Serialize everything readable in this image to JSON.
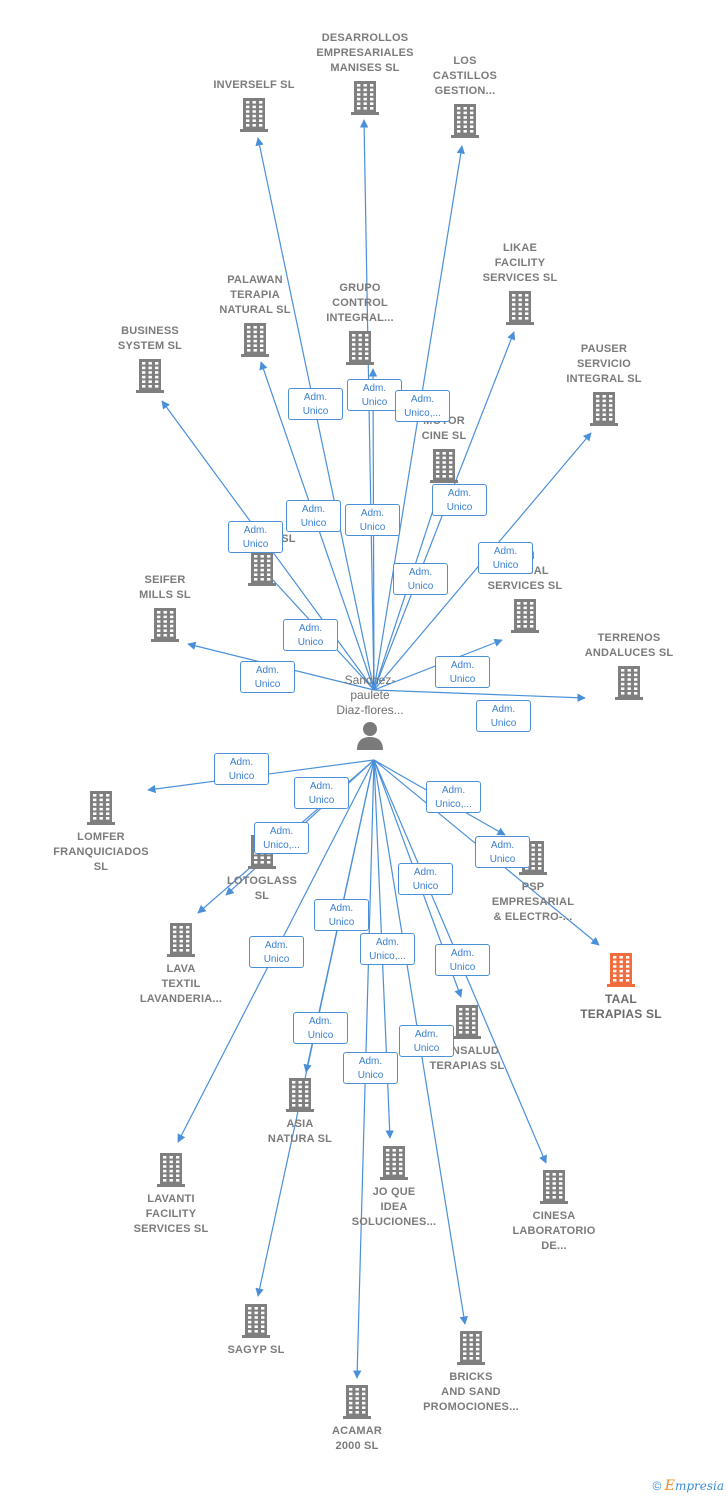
{
  "colors": {
    "edge": "#4a90d9",
    "building": "#7f7f7f",
    "highlight": "#f26d3d",
    "person": "#7a7a7a"
  },
  "person": {
    "label": "Sanchez-\npaulete\nDiaz-flores..."
  },
  "companies": [
    {
      "id": "desarrollos",
      "label": "DESARROLLOS\nEMPRESARIALES\nMANISES SL"
    },
    {
      "id": "inverself",
      "label": "INVERSELF  SL"
    },
    {
      "id": "loscastillos",
      "label": "LOS\nCASTILLOS\nGESTION..."
    },
    {
      "id": "likae",
      "label": "LIKAE\nFACILITY\nSERVICES  SL"
    },
    {
      "id": "palawan",
      "label": "PALAWAN\nTERAPIA\nNATURAL  SL"
    },
    {
      "id": "grupocontrol",
      "label": "GRUPO\nCONTROL\nINTEGRAL..."
    },
    {
      "id": "business",
      "label": "BUSINESS\nSYSTEM  SL"
    },
    {
      "id": "pauser",
      "label": "PAUSER\nSERVICIO\nINTEGRAL  SL"
    },
    {
      "id": "motorcine",
      "label": "MOTOR\nCINE SL"
    },
    {
      "id": "dharma",
      "label": "DHARMA  SL"
    },
    {
      "id": "seifer",
      "label": "SEIFER\nMILLS SL"
    },
    {
      "id": "daiglobal",
      "label": "DAI\nGLOBAL\nSERVICES  SL"
    },
    {
      "id": "terrenos",
      "label": "TERRENOS\nANDALUCES SL"
    },
    {
      "id": "lomfer",
      "label": "LOMFER\nFRANQUICIADOS\nSL"
    },
    {
      "id": "lotoglass",
      "label": "LOTOGLASS\nSL"
    },
    {
      "id": "psp",
      "label": "PSP\nEMPRESARIAL\n& ELECTRO-..."
    },
    {
      "id": "taal",
      "label": "TAAL\nTERAPIAS  SL"
    },
    {
      "id": "lava",
      "label": "LAVA\nTEXTIL\nLAVANDERIA..."
    },
    {
      "id": "consalud",
      "label": "CONSALUD\nTERAPIAS  SL"
    },
    {
      "id": "asianatura",
      "label": "ASIA\nNATURA  SL"
    },
    {
      "id": "lavanti",
      "label": "LAVANTI\nFACILITY\nSERVICES  SL"
    },
    {
      "id": "joque",
      "label": "JO QUE\nIDEA\nSOLUCIONES..."
    },
    {
      "id": "cinesa",
      "label": "CINESA\nLABORATORIO\nDE..."
    },
    {
      "id": "sagyp",
      "label": "SAGYP  SL"
    },
    {
      "id": "bricks",
      "label": "BRICKS\nAND SAND\nPROMOCIONES..."
    },
    {
      "id": "acamar",
      "label": "ACAMAR\n2000 SL"
    }
  ],
  "roles": [
    "Adm.\nUnico",
    "Adm.\nUnico",
    "Adm.\nUnico,...",
    "Adm.\nUnico",
    "Adm.\nUnico",
    "Adm.\nUnico",
    "Adm.\nUnico",
    "Adm.\nUnico",
    "Adm.\nUnico",
    "Adm.\nUnico",
    "Adm.\nUnico",
    "Adm.\nUnico",
    "Adm.\nUnico",
    "Adm.\nUnico",
    "Adm.\nUnico,...",
    "Adm.\nUnico,...",
    "Adm.\nUnico",
    "Adm.\nUnico",
    "Adm.\nUnico",
    "Adm.\nUnico",
    "Adm.\nUnico",
    "Adm.\nUnico,...",
    "Adm.\nUnico",
    "Adm.\nUnico",
    "Adm.\nUnico",
    "Adm.\nUnico"
  ],
  "copyright": {
    "symbol": "©",
    "brand_first": "E",
    "brand_rest": "mpresia"
  }
}
